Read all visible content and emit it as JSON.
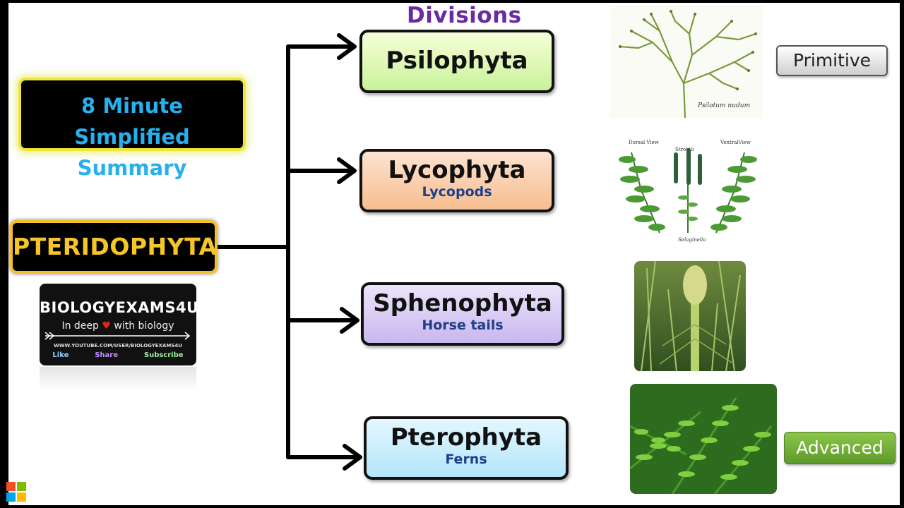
{
  "title": "Divisions",
  "summary_box": {
    "line1": "8 Minute Simplified",
    "line2": "Summary"
  },
  "root": {
    "label": "PTERIDOPHYTA"
  },
  "divisions": [
    {
      "name": "Psilophyta",
      "subtitle": "",
      "color_top": "#f6ffd8",
      "color_bottom": "#c9f29a"
    },
    {
      "name": "Lycophyta",
      "subtitle": "Lycopods",
      "color_top": "#fde3d0",
      "color_bottom": "#f6bd8f"
    },
    {
      "name": "Sphenophyta",
      "subtitle": "Horse tails",
      "color_top": "#ece4fb",
      "color_bottom": "#c9b7ee"
    },
    {
      "name": "Pterophyta",
      "subtitle": "Ferns",
      "color_top": "#e4f7ff",
      "color_bottom": "#b3e6fb"
    }
  ],
  "images": {
    "psilotum_caption": "Psilotum nudum",
    "lyco_dorsal": "Dorsal View",
    "lyco_strobili": "Strobili",
    "lyco_ventral": "VentralView",
    "lyco_caption": "Selaginella"
  },
  "scale": {
    "top": "Primitive",
    "bottom": "Advanced"
  },
  "logo": {
    "brand": "BIOLOGYEXAMS4U",
    "tagline_left": "In deep",
    "tagline_right": "with biology",
    "url": "WWW.YOUTUBE.COM/USER/BIOLOGYEXAMS4U",
    "like": "Like",
    "share": "Share",
    "subscribe": "Subscribe",
    "like_color": "#8fd3ff",
    "share_color": "#c38cff",
    "subscribe_color": "#9cf0a0"
  }
}
